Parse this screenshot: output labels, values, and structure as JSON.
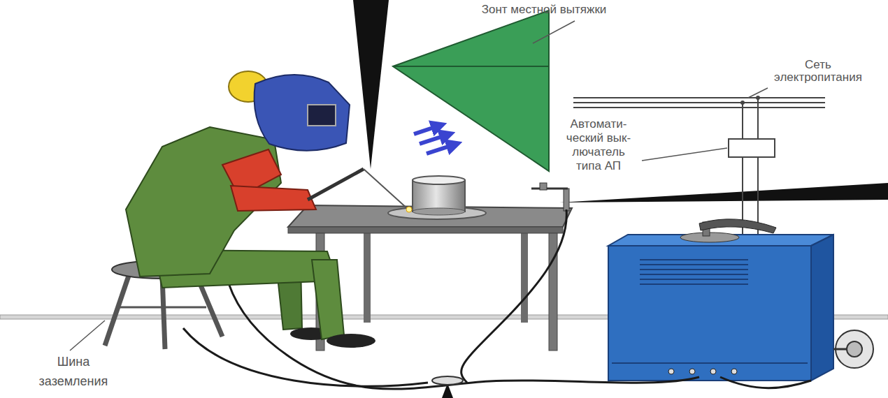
{
  "diagram": {
    "labels": [
      "Зонт местной вытяжки",
      "Сеть электропитания",
      "Автомати- ческий вык- лючатель типа АП",
      "Шина заземления"
    ]
  }
}
